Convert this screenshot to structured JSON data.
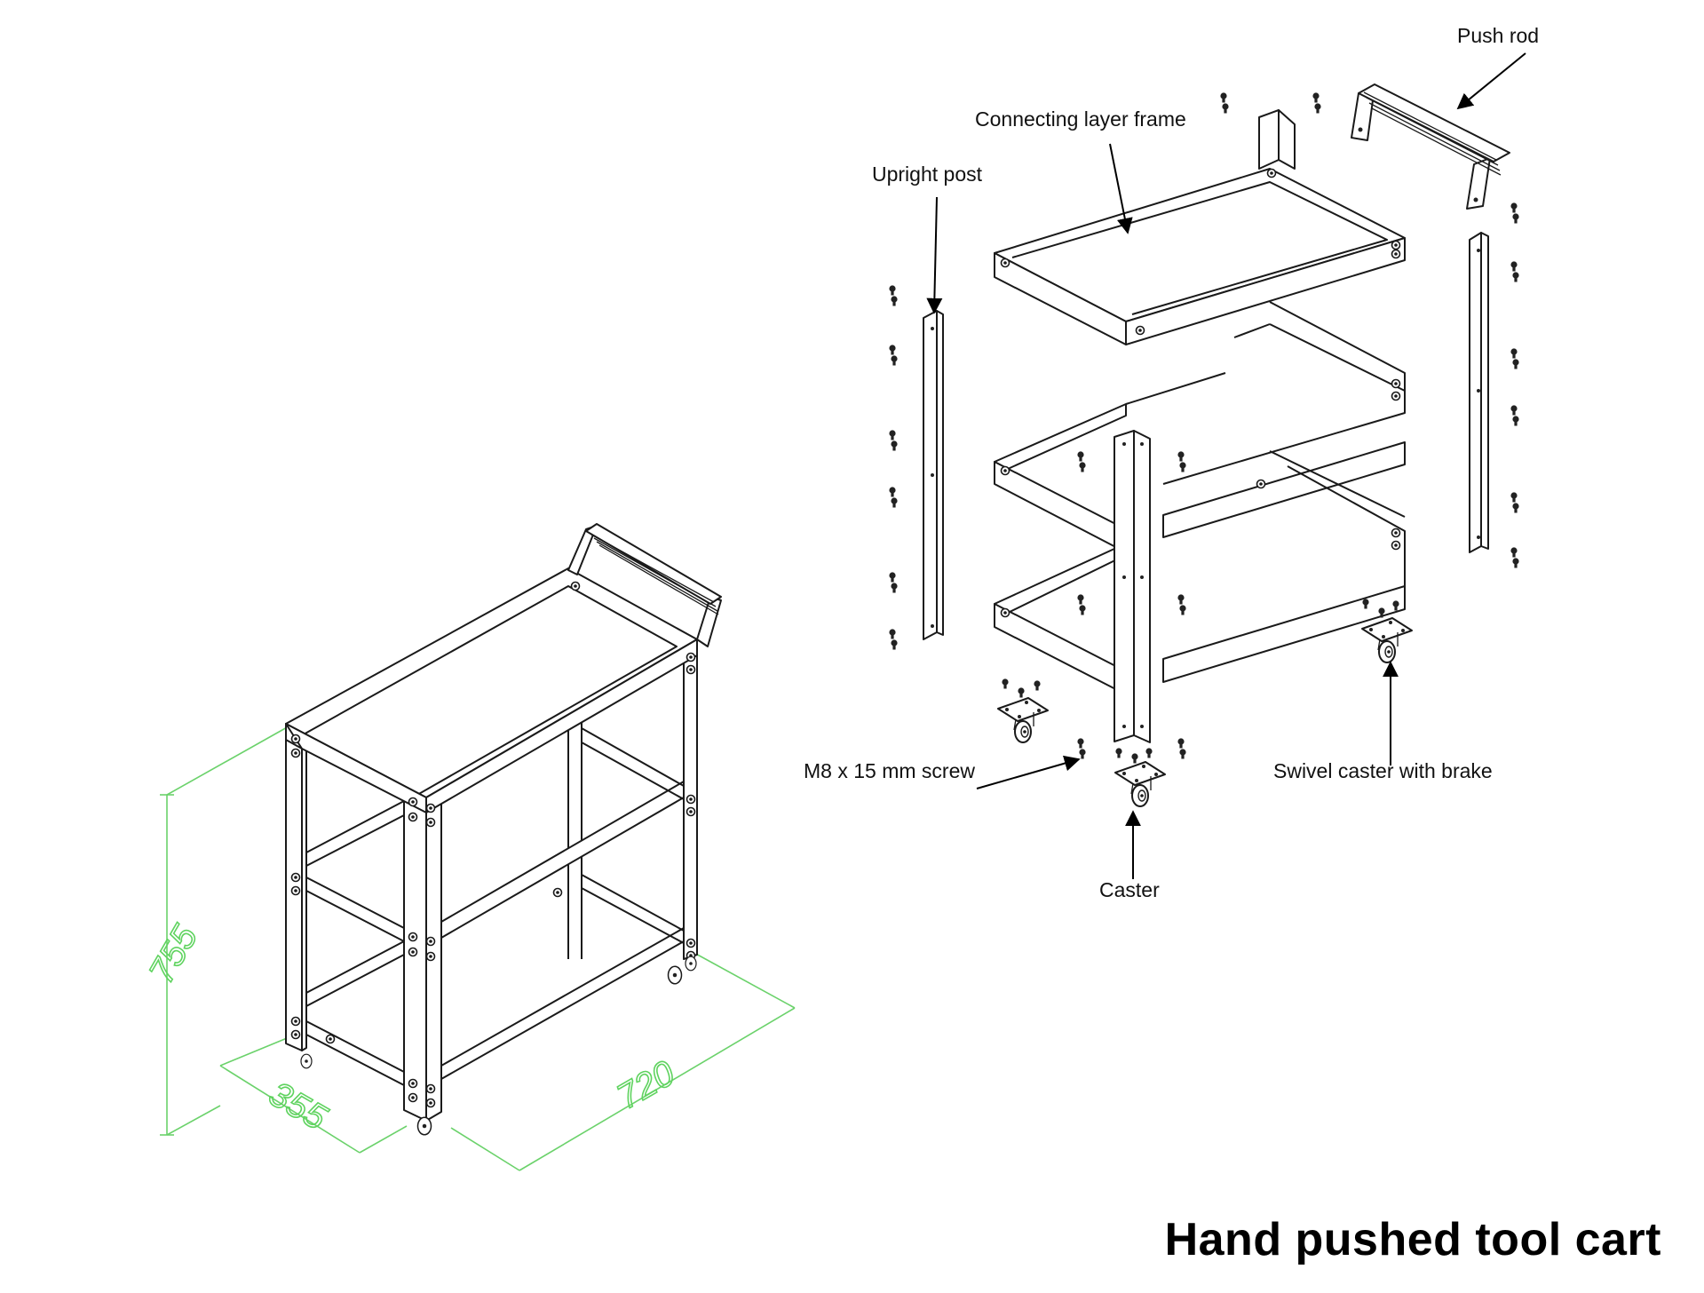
{
  "title": "Hand pushed tool cart",
  "dimensions": {
    "height": "755",
    "depth": "355",
    "width": "720"
  },
  "labels": {
    "push_rod": "Push rod",
    "connecting_layer_frame": "Connecting layer frame",
    "upright_post": "Upright post",
    "screw": "M8 x 15 mm screw",
    "swivel_caster": "Swivel caster with brake",
    "caster": "Caster"
  },
  "colors": {
    "dimension": "#5fd35f",
    "line": "#1a1a1a",
    "background": "#ffffff"
  }
}
